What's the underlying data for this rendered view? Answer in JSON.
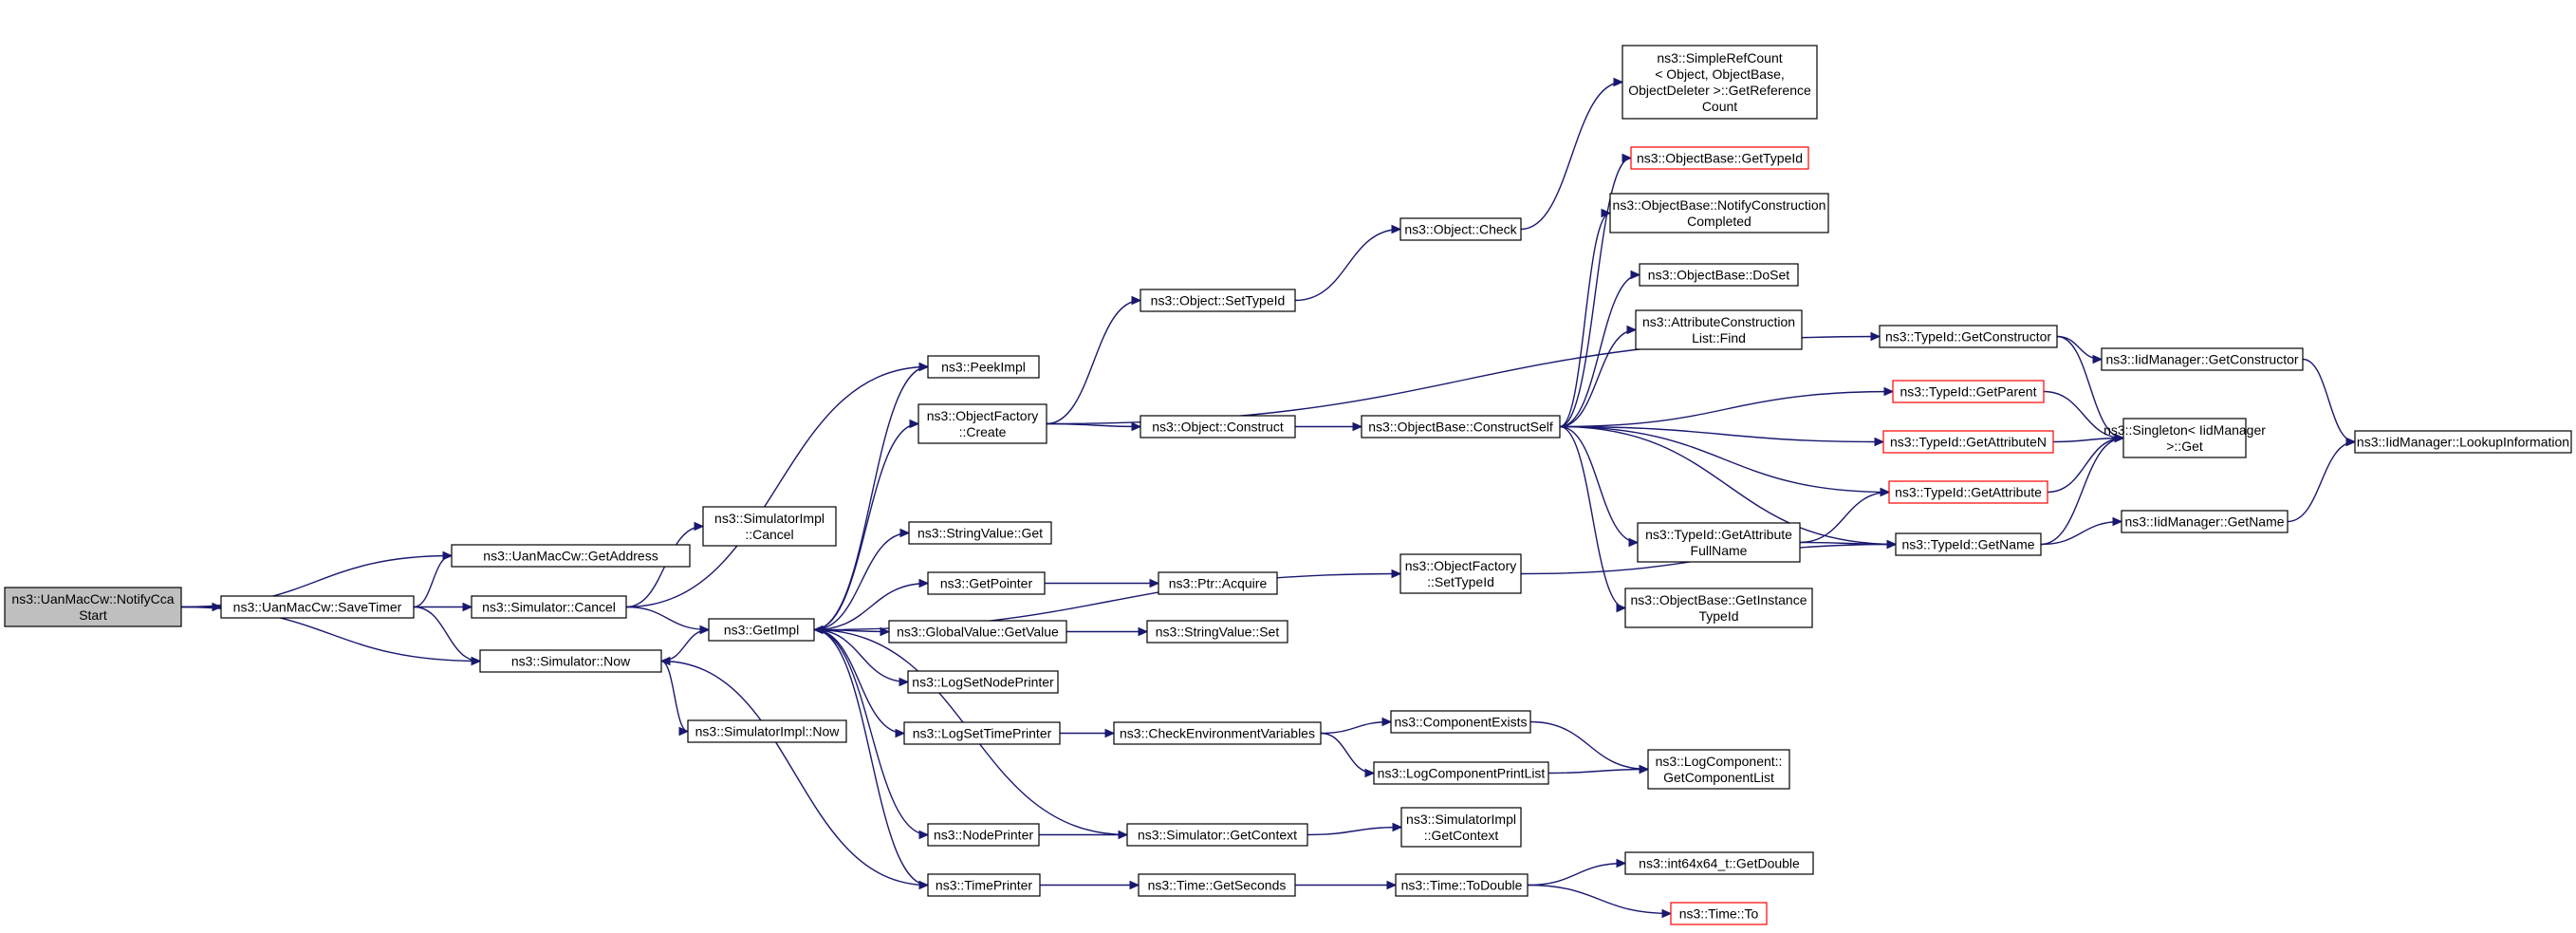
{
  "diagram": {
    "type": "call-graph",
    "colors": {
      "edge": "#191970",
      "node_border": "#000000",
      "node_fill": "#ffffff",
      "root_fill": "#bfbfbf",
      "truncated_border": "#ff0000"
    },
    "nodes": [
      {
        "id": "root",
        "lines": [
          "ns3::UanMacCw::NotifyCca",
          "Start"
        ],
        "style": "root"
      },
      {
        "id": "getaddress",
        "lines": [
          "ns3::UanMacCw::GetAddress"
        ]
      },
      {
        "id": "savetimer",
        "lines": [
          "ns3::UanMacCw::SaveTimer"
        ]
      },
      {
        "id": "simnow",
        "lines": [
          "ns3::Simulator::Now"
        ]
      },
      {
        "id": "simcancel",
        "lines": [
          "ns3::Simulator::Cancel"
        ]
      },
      {
        "id": "implcancel",
        "lines": [
          "ns3::SimulatorImpl",
          "::Cancel"
        ]
      },
      {
        "id": "getimpl",
        "lines": [
          "ns3::GetImpl"
        ]
      },
      {
        "id": "implnow",
        "lines": [
          "ns3::SimulatorImpl::Now"
        ]
      },
      {
        "id": "peekimpl",
        "lines": [
          "ns3::PeekImpl"
        ]
      },
      {
        "id": "ofcreate",
        "lines": [
          "ns3::ObjectFactory",
          "::Create"
        ]
      },
      {
        "id": "strget",
        "lines": [
          "ns3::StringValue::Get"
        ]
      },
      {
        "id": "getpointer",
        "lines": [
          "ns3::GetPointer"
        ]
      },
      {
        "id": "gvgetvalue",
        "lines": [
          "ns3::GlobalValue::GetValue"
        ]
      },
      {
        "id": "lognode",
        "lines": [
          "ns3::LogSetNodePrinter"
        ]
      },
      {
        "id": "logtime",
        "lines": [
          "ns3::LogSetTimePrinter"
        ]
      },
      {
        "id": "nodeprinter",
        "lines": [
          "ns3::NodePrinter"
        ]
      },
      {
        "id": "timeprinter",
        "lines": [
          "ns3::TimePrinter"
        ]
      },
      {
        "id": "objsettypeid",
        "lines": [
          "ns3::Object::SetTypeId"
        ]
      },
      {
        "id": "objconstruct",
        "lines": [
          "ns3::Object::Construct"
        ]
      },
      {
        "id": "ptracquire",
        "lines": [
          "ns3::Ptr::Acquire"
        ]
      },
      {
        "id": "strset",
        "lines": [
          "ns3::StringValue::Set"
        ]
      },
      {
        "id": "checkenv",
        "lines": [
          "ns3::CheckEnvironmentVariables"
        ]
      },
      {
        "id": "simgetctx",
        "lines": [
          "ns3::Simulator::GetContext"
        ]
      },
      {
        "id": "timegetsec",
        "lines": [
          "ns3::Time::GetSeconds"
        ]
      },
      {
        "id": "objcheck",
        "lines": [
          "ns3::Object::Check"
        ]
      },
      {
        "id": "obconstructself",
        "lines": [
          "ns3::ObjectBase::ConstructSelf"
        ]
      },
      {
        "id": "ofsettypeid",
        "lines": [
          "ns3::ObjectFactory",
          "::SetTypeId"
        ]
      },
      {
        "id": "compexists",
        "lines": [
          "ns3::ComponentExists"
        ]
      },
      {
        "id": "logcompprint",
        "lines": [
          "ns3::LogComponentPrintList"
        ]
      },
      {
        "id": "implgetctx",
        "lines": [
          "ns3::SimulatorImpl",
          "::GetContext"
        ]
      },
      {
        "id": "timetodouble",
        "lines": [
          "ns3::Time::ToDouble"
        ]
      },
      {
        "id": "simplerefcount",
        "lines": [
          "ns3::SimpleRefCount",
          "< Object, ObjectBase,",
          "ObjectDeleter >::GetReference",
          "Count"
        ]
      },
      {
        "id": "obgettypeid",
        "lines": [
          "ns3::ObjectBase::GetTypeId"
        ],
        "style": "red"
      },
      {
        "id": "obnotify",
        "lines": [
          "ns3::ObjectBase::NotifyConstruction",
          "Completed"
        ]
      },
      {
        "id": "obdoset",
        "lines": [
          "ns3::ObjectBase::DoSet"
        ]
      },
      {
        "id": "attrfind",
        "lines": [
          "ns3::AttributeConstruction",
          "List::Find"
        ]
      },
      {
        "id": "tidgetattrfull",
        "lines": [
          "ns3::TypeId::GetAttribute",
          "FullName"
        ]
      },
      {
        "id": "obgetinst",
        "lines": [
          "ns3::ObjectBase::GetInstance",
          "TypeId"
        ]
      },
      {
        "id": "logcompget",
        "lines": [
          "ns3::LogComponent::",
          "GetComponentList"
        ]
      },
      {
        "id": "int64",
        "lines": [
          "ns3::int64x64_t::GetDouble"
        ]
      },
      {
        "id": "timeto",
        "lines": [
          "ns3::Time::To"
        ],
        "style": "red"
      },
      {
        "id": "tidgetctor",
        "lines": [
          "ns3::TypeId::GetConstructor"
        ]
      },
      {
        "id": "tidgetparent",
        "lines": [
          "ns3::TypeId::GetParent"
        ],
        "style": "red"
      },
      {
        "id": "tidgetattrn",
        "lines": [
          "ns3::TypeId::GetAttributeN"
        ],
        "style": "red"
      },
      {
        "id": "tidgetattr",
        "lines": [
          "ns3::TypeId::GetAttribute"
        ],
        "style": "red"
      },
      {
        "id": "tidgetname",
        "lines": [
          "ns3::TypeId::GetName"
        ]
      },
      {
        "id": "iidgetctor",
        "lines": [
          "ns3::IidManager::GetConstructor"
        ]
      },
      {
        "id": "singleton",
        "lines": [
          "ns3::Singleton< IidManager",
          ">::Get"
        ]
      },
      {
        "id": "iidgetname",
        "lines": [
          "ns3::IidManager::GetName"
        ]
      },
      {
        "id": "iidlookup",
        "lines": [
          "ns3::IidManager::LookupInformation"
        ]
      }
    ],
    "edges": [
      [
        "root",
        "getaddress"
      ],
      [
        "root",
        "savetimer"
      ],
      [
        "root",
        "simnow"
      ],
      [
        "savetimer",
        "getaddress"
      ],
      [
        "savetimer",
        "simcancel"
      ],
      [
        "savetimer",
        "simnow"
      ],
      [
        "simcancel",
        "implcancel"
      ],
      [
        "simcancel",
        "getimpl"
      ],
      [
        "simcancel",
        "peekimpl"
      ],
      [
        "simnow",
        "getimpl"
      ],
      [
        "simnow",
        "implnow"
      ],
      [
        "getimpl",
        "ofcreate"
      ],
      [
        "getimpl",
        "strget"
      ],
      [
        "getimpl",
        "getpointer"
      ],
      [
        "getimpl",
        "gvgetvalue"
      ],
      [
        "getimpl",
        "lognode"
      ],
      [
        "getimpl",
        "logtime"
      ],
      [
        "getimpl",
        "nodeprinter"
      ],
      [
        "getimpl",
        "timeprinter"
      ],
      [
        "getimpl",
        "ofsettypeid"
      ],
      [
        "getimpl",
        "peekimpl"
      ],
      [
        "ofcreate",
        "objsettypeid"
      ],
      [
        "ofcreate",
        "objconstruct"
      ],
      [
        "ofcreate",
        "tidgetctor"
      ],
      [
        "objsettypeid",
        "objcheck"
      ],
      [
        "objcheck",
        "simplerefcount"
      ],
      [
        "objconstruct",
        "obconstructself"
      ],
      [
        "obconstructself",
        "obgettypeid"
      ],
      [
        "obconstructself",
        "obnotify"
      ],
      [
        "obconstructself",
        "obdoset"
      ],
      [
        "obconstructself",
        "attrfind"
      ],
      [
        "obconstructself",
        "tidgetparent"
      ],
      [
        "obconstructself",
        "tidgetattrn"
      ],
      [
        "obconstructself",
        "tidgetattr"
      ],
      [
        "obconstructself",
        "tidgetattrfull"
      ],
      [
        "obconstructself",
        "obgetinst"
      ],
      [
        "obconstructself",
        "tidgetname"
      ],
      [
        "tidgetattrfull",
        "tidgetattr"
      ],
      [
        "tidgetattrfull",
        "tidgetname"
      ],
      [
        "tidgetctor",
        "iidgetctor"
      ],
      [
        "tidgetctor",
        "singleton"
      ],
      [
        "tidgetparent",
        "singleton"
      ],
      [
        "tidgetattrn",
        "singleton"
      ],
      [
        "tidgetattr",
        "singleton"
      ],
      [
        "tidgetname",
        "singleton"
      ],
      [
        "tidgetname",
        "iidgetname"
      ],
      [
        "iidgetctor",
        "iidlookup"
      ],
      [
        "iidgetname",
        "iidlookup"
      ],
      [
        "ofsettypeid",
        "tidgetname"
      ],
      [
        "getpointer",
        "ptracquire"
      ],
      [
        "gvgetvalue",
        "strset"
      ],
      [
        "logtime",
        "checkenv"
      ],
      [
        "checkenv",
        "compexists"
      ],
      [
        "checkenv",
        "logcompprint"
      ],
      [
        "compexists",
        "logcompget"
      ],
      [
        "logcompprint",
        "logcompget"
      ],
      [
        "nodeprinter",
        "simgetctx"
      ],
      [
        "simgetctx",
        "implgetctx"
      ],
      [
        "simgetctx",
        "getimpl"
      ],
      [
        "timeprinter",
        "timegetsec"
      ],
      [
        "timeprinter",
        "simnow"
      ],
      [
        "timegetsec",
        "timetodouble"
      ],
      [
        "timetodouble",
        "int64"
      ],
      [
        "timetodouble",
        "timeto"
      ]
    ]
  }
}
